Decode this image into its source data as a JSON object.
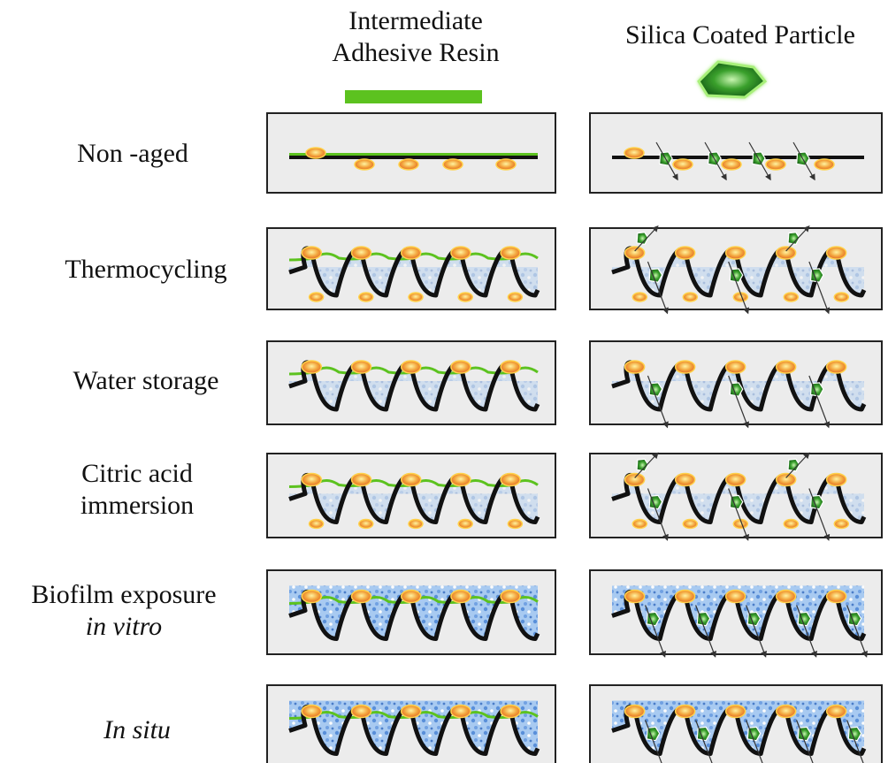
{
  "columns": {
    "left": {
      "line1": "Intermediate",
      "line2": "Adhesive Resin",
      "legend_swatch": "green-bar"
    },
    "right": {
      "label": "Silica Coated Particle",
      "legend_swatch": "green-crystal-icon"
    }
  },
  "rows": [
    {
      "label_line1": "Non -aged",
      "label_line2": "",
      "italic_line2": false
    },
    {
      "label_line1": "Thermocycling",
      "label_line2": "",
      "italic_line2": false
    },
    {
      "label_line1": "Water storage",
      "label_line2": "",
      "italic_line2": false
    },
    {
      "label_line1": "Citric acid",
      "label_line2": "immersion",
      "italic_line2": false
    },
    {
      "label_line1": "Biofilm exposure",
      "label_line2": "in vitro",
      "italic_line2": true
    },
    {
      "label_line1": "In situ",
      "label_line2": "",
      "italic_line2": true
    }
  ],
  "colors": {
    "panel_bg": "#ececec",
    "panel_border": "#222222",
    "surface": "#111111",
    "resin_green": "#5cc21f",
    "particle_fill": "#f2a23a",
    "particle_glow": "#ffd24a",
    "biofilm_blue": "#5b94e0",
    "crystal_green": "#2e8b2e"
  }
}
